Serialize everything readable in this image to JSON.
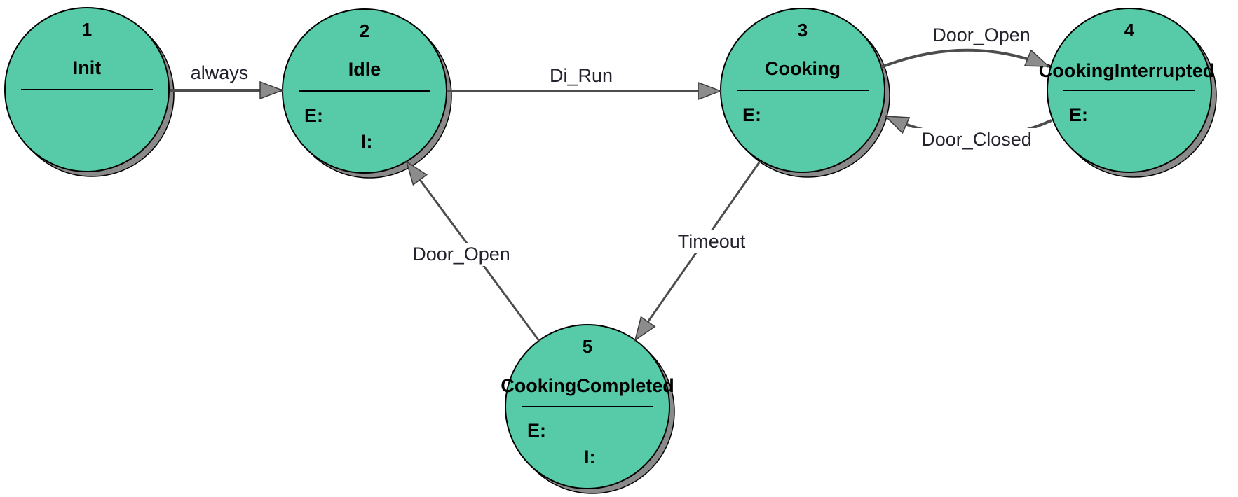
{
  "diagram": {
    "type": "state-machine",
    "colors": {
      "state_fill": "#57CBA7",
      "state_border": "#000000",
      "shadow": "#8a8a8a",
      "transition_line": "#4d4d4d",
      "arrowhead_fill": "#8c8c8c",
      "arrowhead_stroke": "#3a3a3a",
      "state_text": "#000000",
      "transition_text": "#23232d"
    },
    "states": [
      {
        "number": "1",
        "name": "Init",
        "entry_label": "",
        "input_label": ""
      },
      {
        "number": "2",
        "name": "Idle",
        "entry_label": "E:",
        "input_label": "I:"
      },
      {
        "number": "3",
        "name": "Cooking",
        "entry_label": "E:",
        "input_label": ""
      },
      {
        "number": "4",
        "name": "CookingInterrupted",
        "entry_label": "E:",
        "input_label": ""
      },
      {
        "number": "5",
        "name": "CookingCompleted",
        "entry_label": "E:",
        "input_label": "I:"
      }
    ],
    "transitions": [
      {
        "from": "Init",
        "to": "Idle",
        "label": "always"
      },
      {
        "from": "Idle",
        "to": "Cooking",
        "label": "Di_Run"
      },
      {
        "from": "Cooking",
        "to": "CookingInterrupted",
        "label": "Door_Open"
      },
      {
        "from": "CookingInterrupted",
        "to": "Cooking",
        "label": "Door_Closed"
      },
      {
        "from": "Cooking",
        "to": "CookingCompleted",
        "label": "Timeout"
      },
      {
        "from": "CookingCompleted",
        "to": "Idle",
        "label": "Door_Open"
      }
    ]
  }
}
